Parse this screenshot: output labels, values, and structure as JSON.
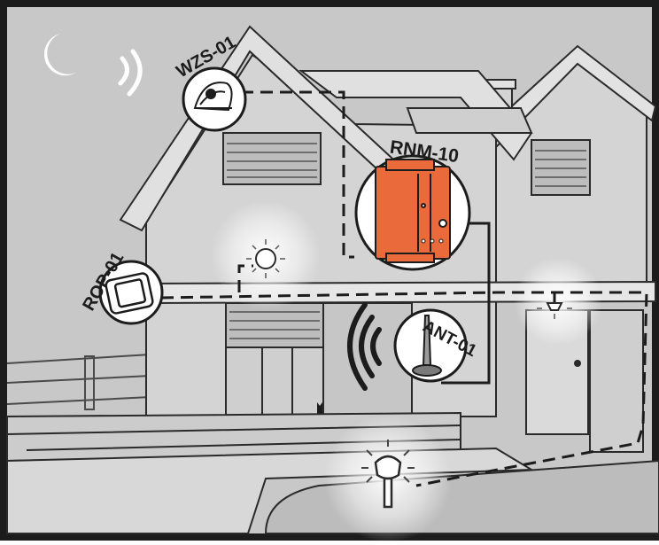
{
  "colors": {
    "frame": "#1c1c1c",
    "sky": "#c8c8c8",
    "wall": "#d4d4d4",
    "roof": "#dedede",
    "line": "#2a2a2a",
    "device_orange": "#ea6a3c",
    "glow": "#ffffff"
  },
  "labels": {
    "wzs": "WZS-01",
    "rnm": "RNM-10",
    "rop": "ROP-01",
    "ant": "ANT-01"
  },
  "icons": {
    "moon": "moon-icon",
    "sound": "sound-waves-icon",
    "radio": "radio-waves-icon",
    "bulb": "light-bulb-icon",
    "wall_lamp": "wall-lamp-icon",
    "ground_lamp": "ground-lamp-icon",
    "twilight_sensor": "twilight-sensor-icon",
    "relay_module": "relay-module-icon",
    "switch": "wall-switch-icon",
    "antenna": "antenna-icon"
  }
}
